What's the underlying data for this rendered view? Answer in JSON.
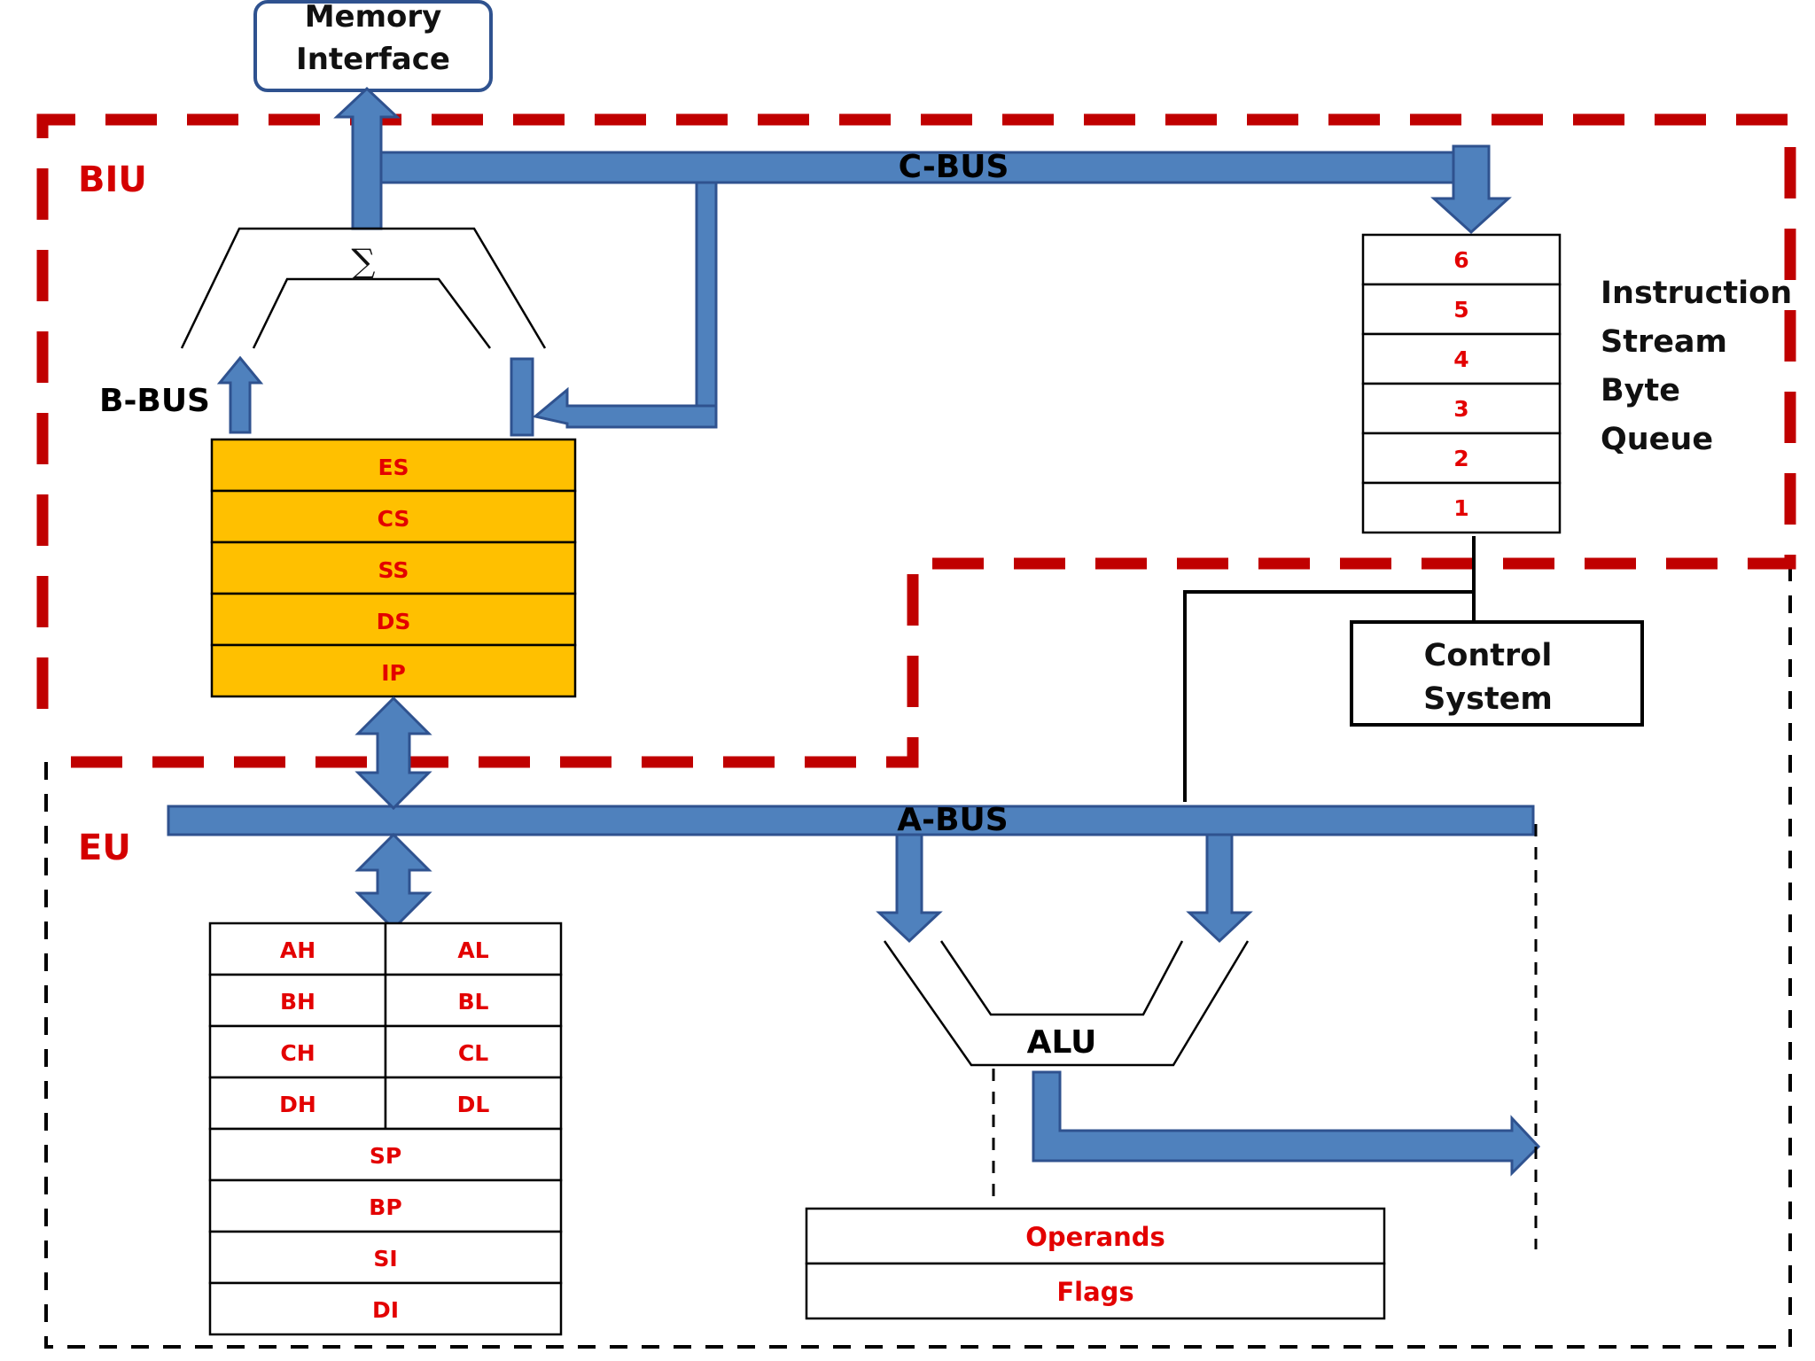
{
  "units": {
    "biu": "BIU",
    "eu": "EU"
  },
  "buses": {
    "c_bus": "C-BUS",
    "b_bus": "B-BUS",
    "a_bus": "A-BUS"
  },
  "memory_interface": [
    "Memory",
    "Interface"
  ],
  "adder_symbol": "∑",
  "segment_registers": [
    "ES",
    "CS",
    "SS",
    "DS",
    "IP"
  ],
  "queue": {
    "slots": [
      "6",
      "5",
      "4",
      "3",
      "2",
      "1"
    ],
    "label": [
      "Instruction",
      "Stream",
      "Byte",
      "Queue"
    ]
  },
  "control_system": [
    "Control",
    "System"
  ],
  "general_registers": {
    "pairs": [
      [
        "AH",
        "AL"
      ],
      [
        "BH",
        "BL"
      ],
      [
        "CH",
        "CL"
      ],
      [
        "DH",
        "DL"
      ]
    ],
    "pointers": [
      "SP",
      "BP",
      "SI",
      "DI"
    ]
  },
  "alu": "ALU",
  "operand_block": [
    "Operands",
    "Flags"
  ],
  "colors": {
    "bus_fill": "#4f81bd",
    "bus_stroke": "#2f528f",
    "biu_border": "#c00000",
    "eu_border": "#000000",
    "segment_fill": "#ffc000",
    "register_text": "#e30000"
  }
}
